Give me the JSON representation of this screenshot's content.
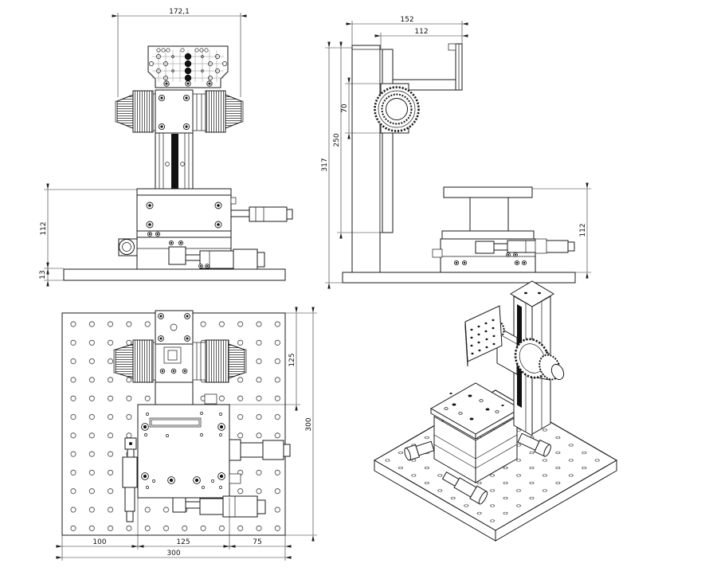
{
  "drawing": {
    "type": "engineering-multiview-cad-drawing",
    "subject": "xyz-positioning-stage-on-breadboard",
    "colors": {
      "line": "#1a1a1a",
      "background": "#ffffff",
      "filled_hole": "#111111"
    },
    "views": {
      "front": {
        "dims": {
          "overall_width": "172,1",
          "stage_height": "112",
          "base_height": "13"
        }
      },
      "side": {
        "dims": {
          "overall_depth": "152",
          "arm_depth": "112",
          "total_height": "317",
          "column_height": "250",
          "head_height": "70",
          "stage_height": "112"
        }
      },
      "top": {
        "dims": {
          "upper_span": "125",
          "side_total": "300",
          "bottom_left": "100",
          "bottom_center": "125",
          "bottom_right": "75",
          "bottom_total": "300"
        }
      }
    }
  }
}
